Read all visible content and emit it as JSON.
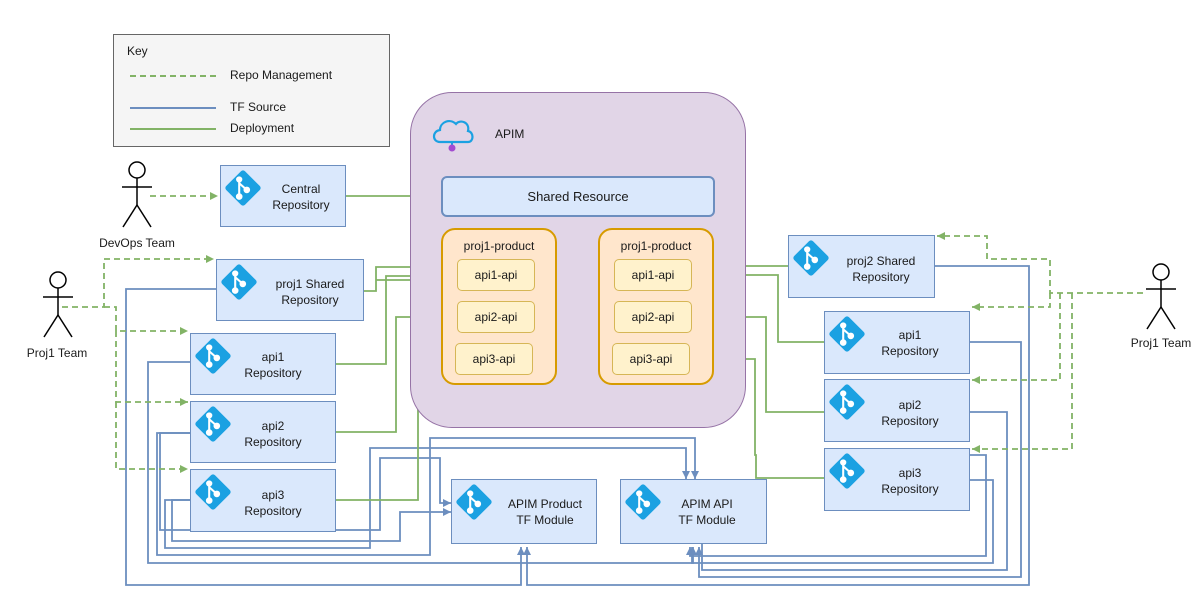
{
  "key": {
    "title": "Key",
    "items": [
      {
        "label": "Repo Management",
        "style": "dashed",
        "color": "#82b366"
      },
      {
        "label": "TF Source",
        "style": "solid",
        "color": "#6c8ebf"
      },
      {
        "label": "Deployment",
        "style": "solid",
        "color": "#82b366"
      }
    ]
  },
  "apim": {
    "title": "APIM",
    "shared_resource": "Shared Resource",
    "products": [
      {
        "title": "proj1-product",
        "apis": [
          "api1-api",
          "api2-api",
          "api3-api"
        ]
      },
      {
        "title": "proj1-product",
        "apis": [
          "api1-api",
          "api2-api",
          "api3-api"
        ]
      }
    ]
  },
  "actors": {
    "devops": "DevOps Team",
    "proj1_left": "Proj1 Team",
    "proj1_right": "Proj1 Team"
  },
  "repos": {
    "central": [
      "Central",
      "Repository"
    ],
    "proj1_shared": [
      "proj1 Shared",
      "Repository"
    ],
    "left_api1": [
      "api1",
      "Repository"
    ],
    "left_api2": [
      "api2",
      "Repository"
    ],
    "left_api3": [
      "api3",
      "Repository"
    ],
    "proj2_shared": [
      "proj2 Shared",
      "Repository"
    ],
    "right_api1": [
      "api1",
      "Repository"
    ],
    "right_api2": [
      "api2",
      "Repository"
    ],
    "right_api3": [
      "api3",
      "Repository"
    ],
    "apim_product_tf": [
      "APIM Product",
      "TF Module"
    ],
    "apim_api_tf": [
      "APIM API",
      "TF Module"
    ]
  },
  "colors": {
    "tf_source": "#6c8ebf",
    "deployment": "#82b366",
    "repo_fill": "#dae8fc",
    "apim_fill": "#e1d5e7",
    "product_fill": "#ffe6cc",
    "api_fill": "#fff2cc",
    "git_icon": "#1ba1e2"
  },
  "icons": {
    "repo": "git-repo-icon",
    "apim": "cloud-api-icon",
    "actor": "stick-figure-icon"
  }
}
